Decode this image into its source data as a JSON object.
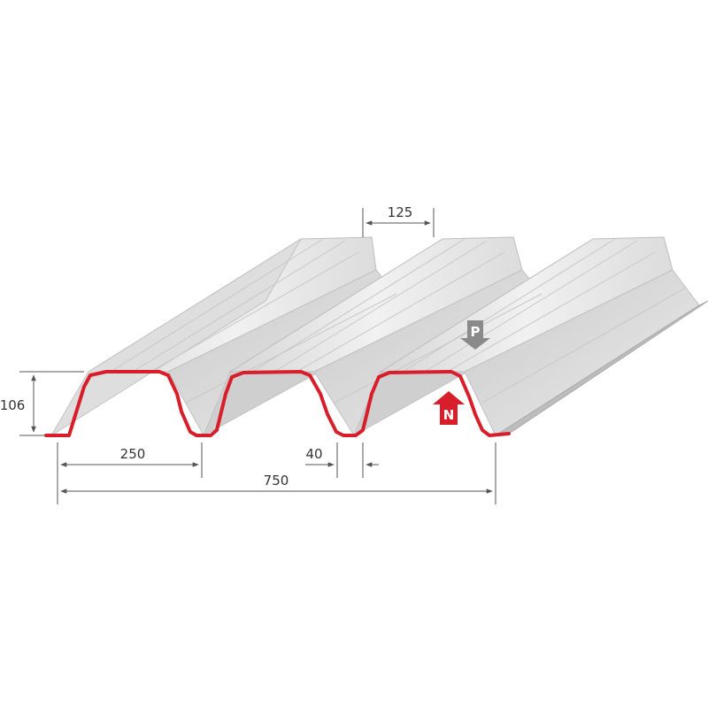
{
  "dimensions": {
    "height": "106",
    "rib_pitch": "250",
    "top_width": "125",
    "bottom_width": "40",
    "cover_width": "750"
  },
  "load_labels": {
    "positive": "P",
    "negative": "N"
  },
  "colors": {
    "profile_outline": "#d81e2a",
    "sheet_face": "#e8e8e8",
    "sheet_shadow": "#b9b9b9",
    "dimension_line": "#555555",
    "arrow_p": "#8a8a8a",
    "arrow_n": "#d81e2a"
  }
}
